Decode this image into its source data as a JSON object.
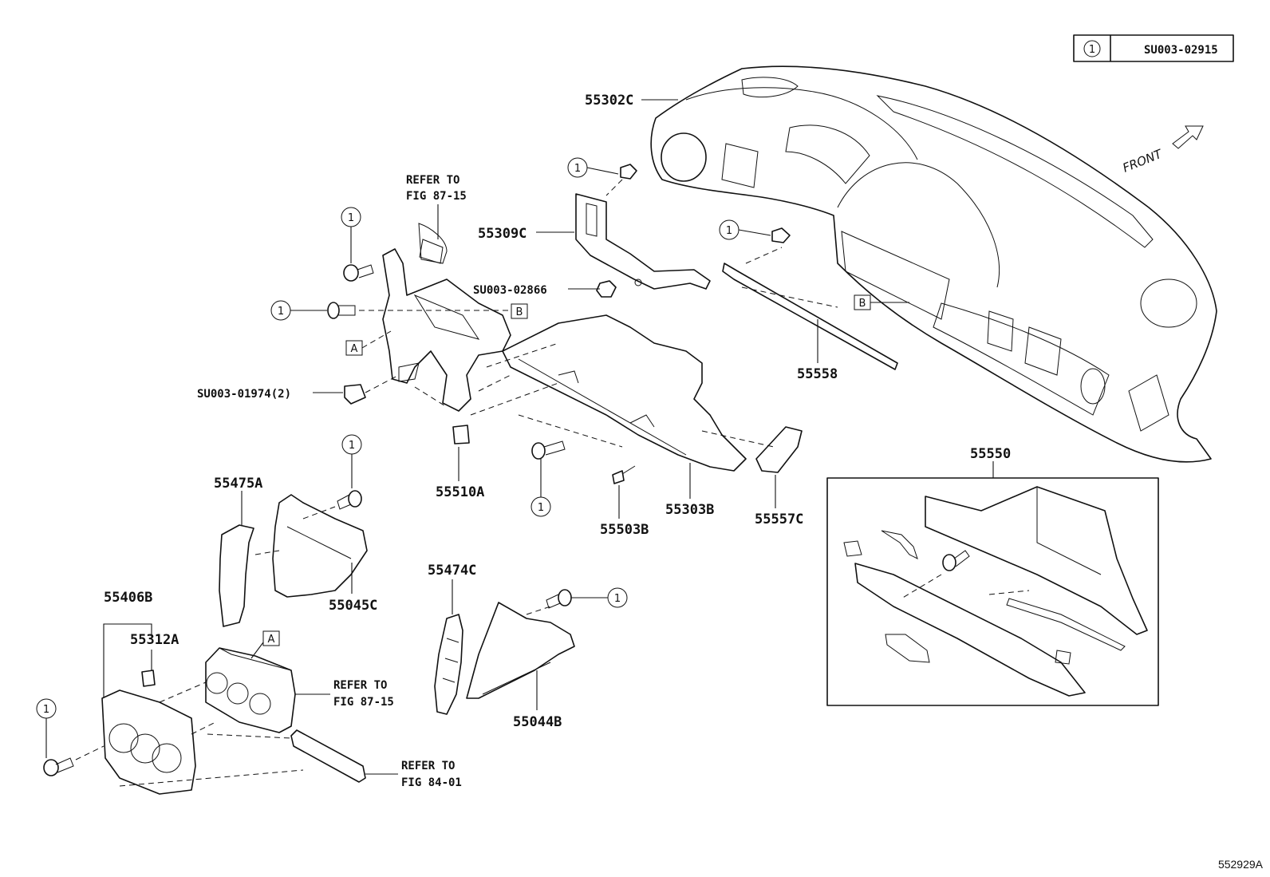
{
  "legend": {
    "mark": "1",
    "code": "SU003-02915"
  },
  "callout_marks": {
    "circled": "1",
    "box_a": "A",
    "box_b": "B"
  },
  "part_labels": {
    "instrument_panel": "55302C",
    "brace": "55309C",
    "nut": "SU003-02866",
    "support_bar": "55558",
    "panel_sub_assy": "55550",
    "clip": "SU003-01974(2)",
    "pad": "55510A",
    "lower_panel": "55303B",
    "clip_b": "55503B",
    "cover_c": "55557C",
    "finish_panel": "55475A",
    "center_cluster": "55045C",
    "switch_bezel": "55406B",
    "clip_a": "55312A",
    "side_cover": "55474C",
    "lower_cover": "55044B"
  },
  "refer_notes": {
    "top": [
      "REFER TO",
      "FIG 87-15"
    ],
    "heater_control": [
      "REFER TO",
      "FIG 87-15"
    ],
    "switch": [
      "REFER TO",
      "FIG 84-01"
    ]
  },
  "front_label": "FRONT",
  "figure_number": "552929A"
}
